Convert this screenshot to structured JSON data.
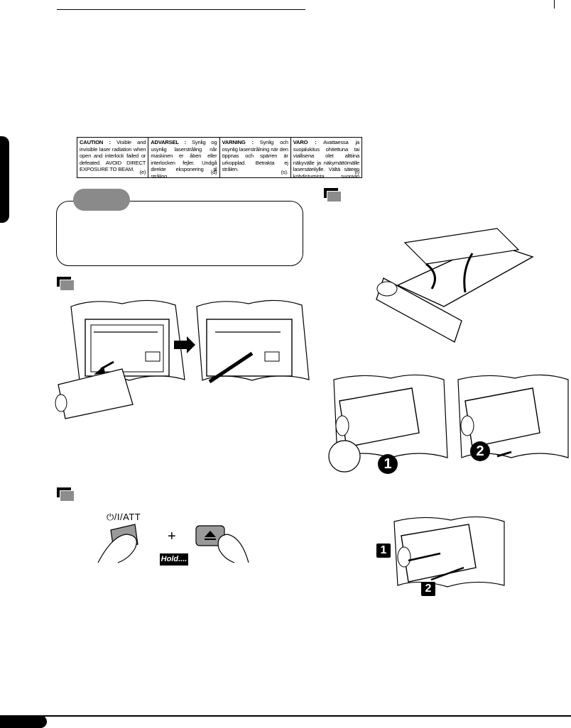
{
  "caution_label": {
    "cells": [
      {
        "heading": "CAUTION :",
        "text": "Visible and invisible laser radiation when open and interlock failed or defeated. AVOID DIRECT EXPOSURE TO BEAM.",
        "code": "(e)"
      },
      {
        "heading": "ADVARSEL :",
        "text": "Synlig og usynlig laserstråling når maskinen er åben eller interlocken fejler. Undgå direkte eksponering til stråling.",
        "code": "(d)"
      },
      {
        "heading": "VARNING :",
        "text": "Synlig och osynlig laserstrålning när den öppnas och spärren är urkopplad. Betrakta ej strålen.",
        "code": "(s)."
      },
      {
        "heading": "VARO :",
        "text": "Avattaessa ja suojalukitus ohitettuna tai viallisena olet alttiina näkyvälle ja näkymättömälle lasersäteilylle. Vältä säteen kohdistumista suoraan itseesi.",
        "code": "(f)"
      }
    ]
  },
  "controls": {
    "power_button_label": "⏻/I/ATT",
    "plus_sign": "+",
    "hold_label": "Hold...."
  },
  "steps": {
    "step1": "1",
    "step2": "2"
  },
  "colors": {
    "accent_gray": "#8a8a8a",
    "ink": "#000000"
  }
}
